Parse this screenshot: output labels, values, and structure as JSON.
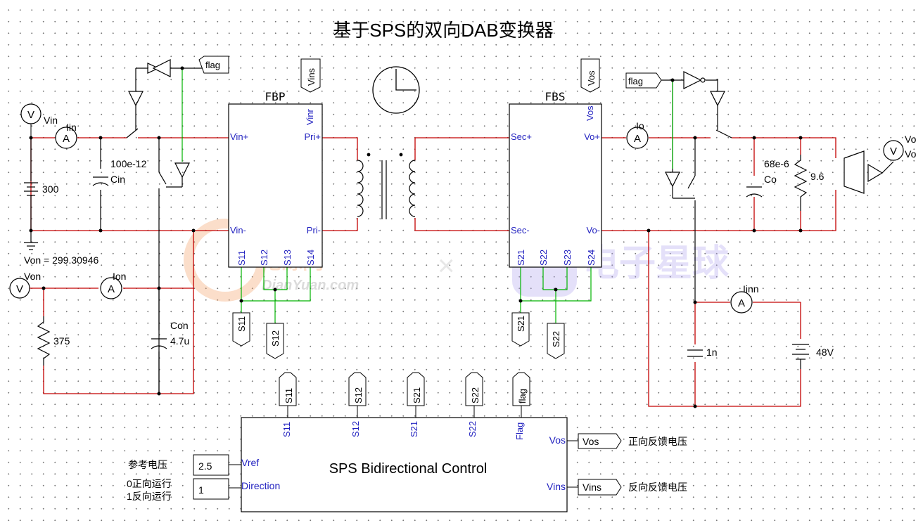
{
  "title": "基于SPS的双向DAB变换器",
  "fbp": {
    "name": "FBP",
    "vin_plus": "Vin+",
    "vin_minus": "Vin-",
    "pri_plus": "Pri+",
    "pri_minus": "Pri-",
    "vinr": "Vinr",
    "s11": "S11",
    "s12": "S12",
    "s13": "S13",
    "s14": "S14"
  },
  "fbs": {
    "name": "FBS",
    "sec_plus": "Sec+",
    "sec_minus": "Sec-",
    "vo_plus": "Vo+",
    "vo_minus": "Vo-",
    "vos": "Vos",
    "s21": "S21",
    "s22": "S22",
    "s23": "S23",
    "s24": "S24"
  },
  "input": {
    "vin_label": "Vin",
    "iin_label": "Iin",
    "source_value": "300",
    "cin_value": "100e-12",
    "cin_label": "Cin"
  },
  "output": {
    "io_label": "Io",
    "co_value": "68e-6",
    "co_label": "Co",
    "load_value": "9.6",
    "vo_label": "Vo",
    "vo_label2": "Vo"
  },
  "von_circuit": {
    "readout": "Von = 299.30946",
    "von_label": "Von",
    "ion_label": "Ion",
    "r_value": "375",
    "con_label": "Con",
    "con_value": "4.7u"
  },
  "battery_circuit": {
    "iinn_label": "Iinn",
    "cap_value": "1n",
    "battery_value": "48V"
  },
  "labels": {
    "flag": "flag",
    "vins": "Vins",
    "vos": "Vos",
    "s11": "S11",
    "s12": "S12",
    "s21": "S21",
    "s22": "S22",
    "v": "V",
    "a": "A"
  },
  "controller": {
    "name": "SPS Bidirectional Control",
    "pins_top": [
      "S11",
      "S12",
      "S21",
      "S22",
      "Flag"
    ],
    "vref": "Vref",
    "direction": "Direction",
    "vos": "Vos",
    "vins": "Vins",
    "vref_value": "2.5",
    "direction_value": "1",
    "ref_voltage_label": "参考电压",
    "forward_run": "0正向运行",
    "reverse_run": "1反向运行",
    "forward_feedback": "正向反馈电压",
    "reverse_feedback": "反向反馈电压"
  },
  "watermark": {
    "left_logo": "电源网",
    "left_url": "DianYuan.com",
    "right_logo": "电子星球",
    "separator": "×"
  }
}
